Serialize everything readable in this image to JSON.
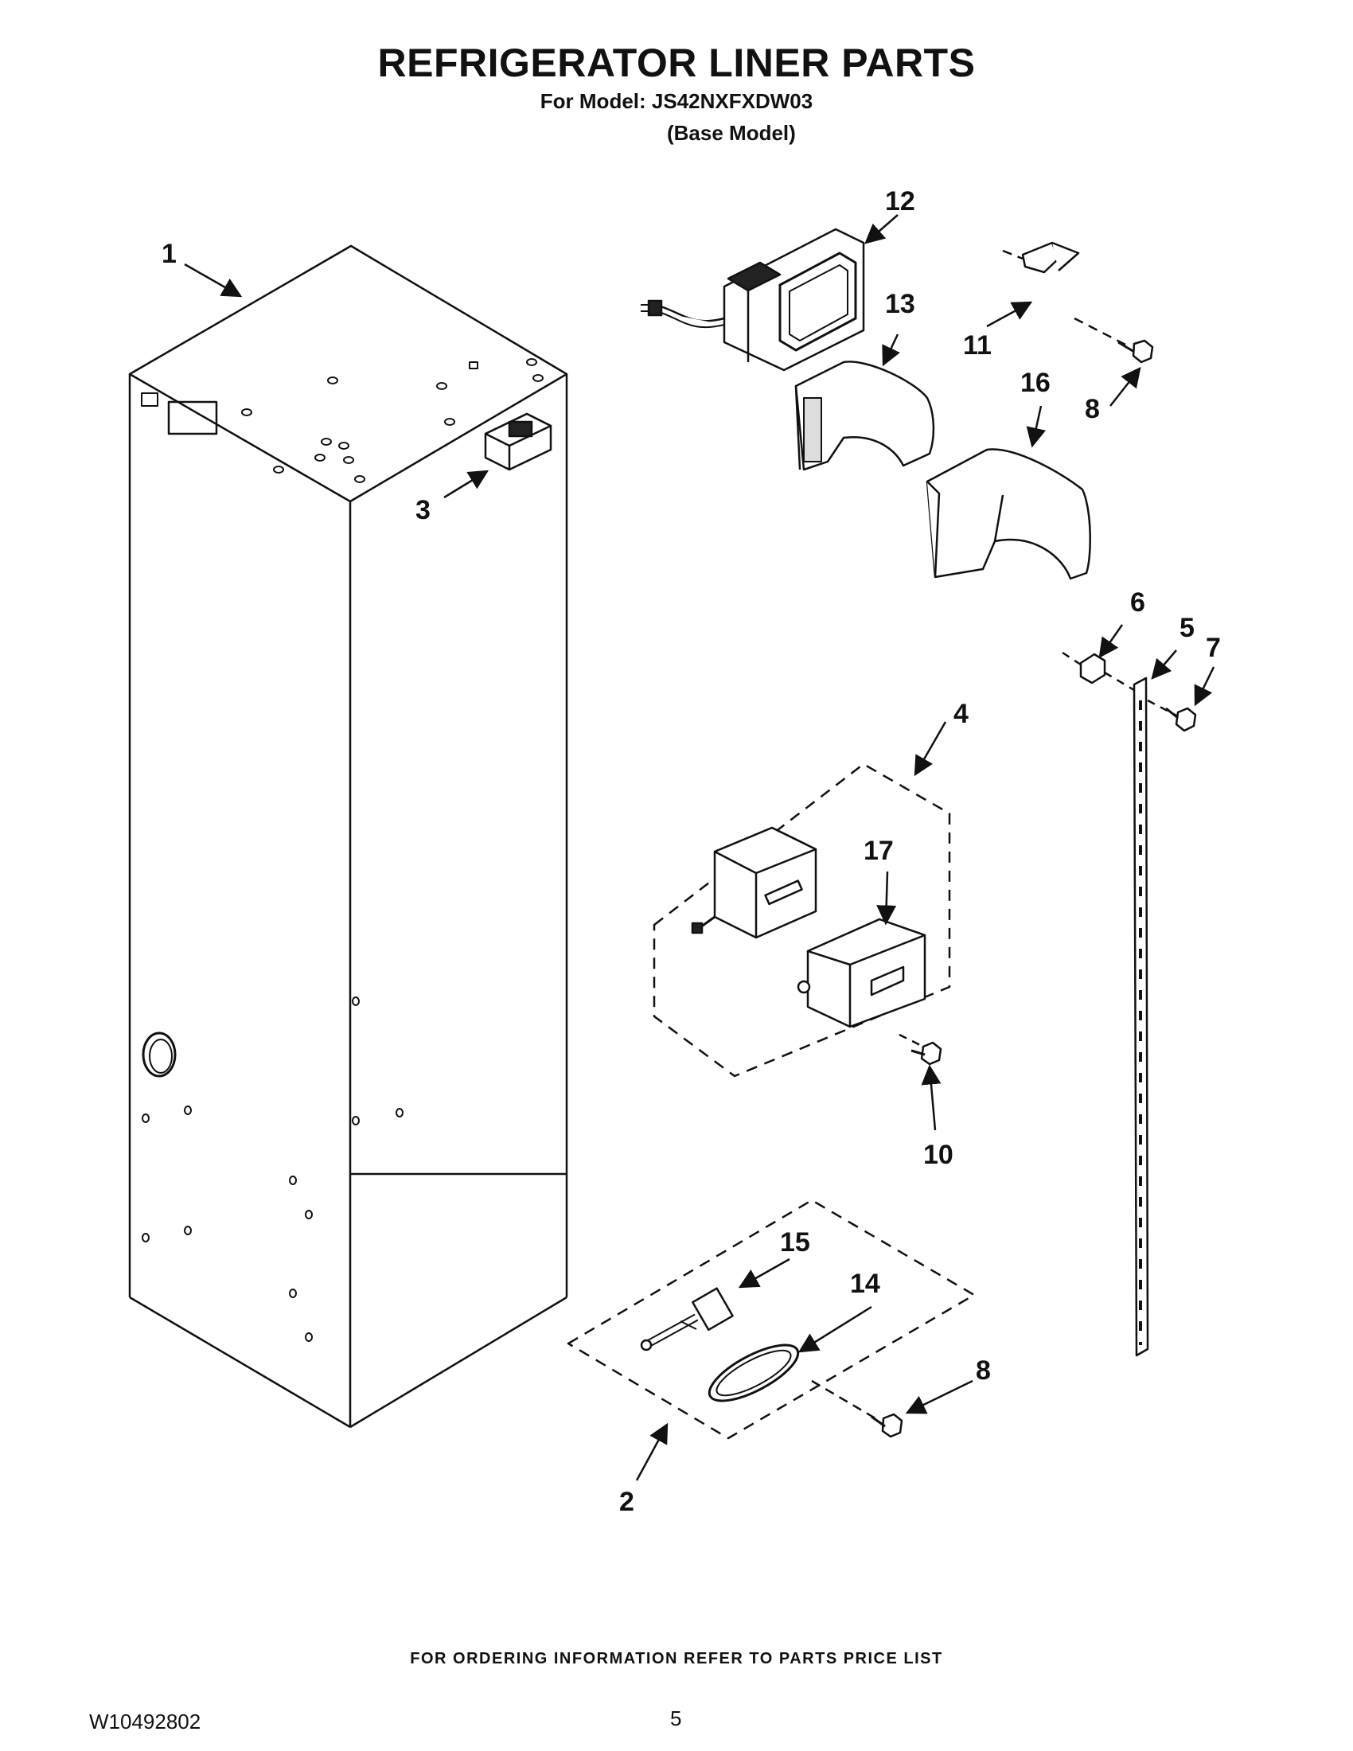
{
  "header": {
    "title": "REFRIGERATOR LINER PARTS",
    "model_line": "For Model: JS42NXFXDW03",
    "base_model": "(Base Model)"
  },
  "callouts": {
    "c1": "1",
    "c2": "2",
    "c3": "3",
    "c4": "4",
    "c5": "5",
    "c6": "6",
    "c7": "7",
    "c8a": "8",
    "c8b": "8",
    "c10": "10",
    "c11": "11",
    "c12": "12",
    "c13": "13",
    "c14": "14",
    "c15": "15",
    "c16": "16",
    "c17": "17"
  },
  "footer": {
    "ordering_note": "FOR ORDERING INFORMATION REFER TO PARTS PRICE LIST",
    "document_number": "W10492802",
    "page_number": "5"
  }
}
